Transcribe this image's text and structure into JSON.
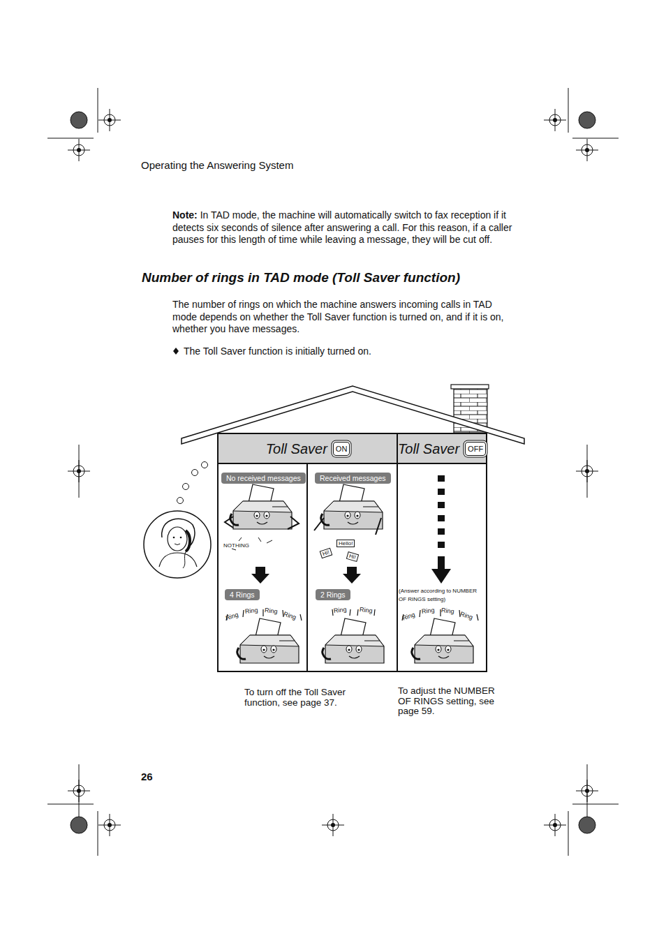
{
  "diagram": {
    "title": "Number of rings in TAD mode (Toll Saver function)",
    "nodes": [
      {
        "text": [
          "Toll Saver"
        ]
      },
      {
        "text": [
          "ON"
        ],
        "in": 0
      },
      {
        "text": [
          "Toll Saver"
        ]
      },
      {
        "text": [
          "OFF"
        ],
        "in": 2
      },
      {
        "text": [
          "No received messages"
        ]
      },
      {
        "text": [
          "Received messages"
        ]
      },
      {
        "text": [
          "Hello!"
        ]
      },
      {
        "text": [
          "Hi!"
        ]
      },
      {
        "text": [
          "Hi!"
        ]
      },
      {
        "text": [
          "4 Rings"
        ]
      },
      {
        "text": [
          "2 Rings"
        ]
      }
    ],
    "labels": [
      "Operating the Answering System",
      "Note:",
      "In TAD mode, the machine will automatically switch to fax reception if it detects six seconds of silence after answering a call. For this reason, if a caller pauses for this length of time while leaving a message, they will be cut off.",
      "The number of rings on which the machine answers incoming calls in TAD mode depends on whether the Toll Saver function is turned on, and if it is on, whether you have messages.",
      "The Toll Saver function is initially turned on.",
      "NOTHING",
      "Ring",
      "Ring",
      "Ring",
      "Ring",
      "Ring",
      "Ring",
      "(Answer according to NUMBER OF RINGS setting)",
      "Ring",
      "Ring",
      "Ring",
      "Ring",
      "To turn off the Toll Saver function, see page 37.",
      "To adjust the NUMBER OF RINGS setting, see page 59.",
      "26"
    ]
  }
}
